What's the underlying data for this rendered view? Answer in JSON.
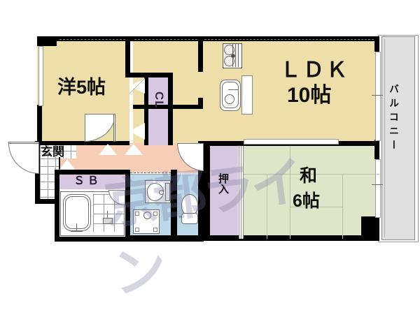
{
  "plan": {
    "type": "apartment-floor-plan",
    "watermark": "京都ライン",
    "rooms": [
      {
        "id": "yoshitsu",
        "label_line1": "洋5帖",
        "name": "western-room-5-jo",
        "size": "5帖",
        "floor": "flooring"
      },
      {
        "id": "ldk",
        "label_line1": "ＬＤＫ",
        "label_line2": "10帖",
        "name": "ldk-10-jo",
        "size": "10帖",
        "floor": "flooring"
      },
      {
        "id": "washitsu",
        "label_line1": "和",
        "label_line2": "6帖",
        "name": "japanese-room-6-jo",
        "size": "6帖",
        "floor": "tatami"
      },
      {
        "id": "genkan",
        "label_line1": "玄関",
        "name": "entrance",
        "floor": "tile"
      },
      {
        "id": "balcony",
        "label_line1": "バルコニー",
        "name": "balcony"
      }
    ],
    "storage": [
      {
        "id": "cl",
        "label": "CL",
        "name": "closet"
      },
      {
        "id": "sb",
        "label": "ＳＢ",
        "name": "shoe-box"
      },
      {
        "id": "oshiire",
        "label": "押入",
        "name": "oshiire-closet"
      }
    ],
    "labels": {
      "yoshitsu": "洋5帖",
      "ldk_1": "ＬＤＫ",
      "ldk_2": "10帖",
      "wa_1": "和",
      "wa_2": "6帖",
      "cl": "CL",
      "sb": "ＳＢ",
      "genkan": "玄関",
      "oshiire": "押入",
      "balcony": "バルコニー",
      "watermark": "京都ライン"
    },
    "colors": {
      "wall": "#000000",
      "flooring": "#eedfaa",
      "tatami": "#dfe5c9",
      "hallway": "#f8cdb6",
      "closet": "#d9c6e0",
      "wet_area": "#bcd9ea",
      "balcony": "#e0e0e0",
      "background": "#ffffff",
      "watermark": "rgba(120,120,160,0.30)"
    },
    "fixtures": [
      {
        "name": "stove",
        "room": "ldk"
      },
      {
        "name": "kitchen-sink",
        "room": "ldk"
      },
      {
        "name": "bathtub",
        "room": "bathroom"
      },
      {
        "name": "wash-basin",
        "room": "washroom"
      },
      {
        "name": "washing-machine-pan",
        "room": "washroom"
      },
      {
        "name": "toilet",
        "room": "toilet"
      },
      {
        "name": "entrance-door",
        "room": "genkan"
      }
    ]
  }
}
